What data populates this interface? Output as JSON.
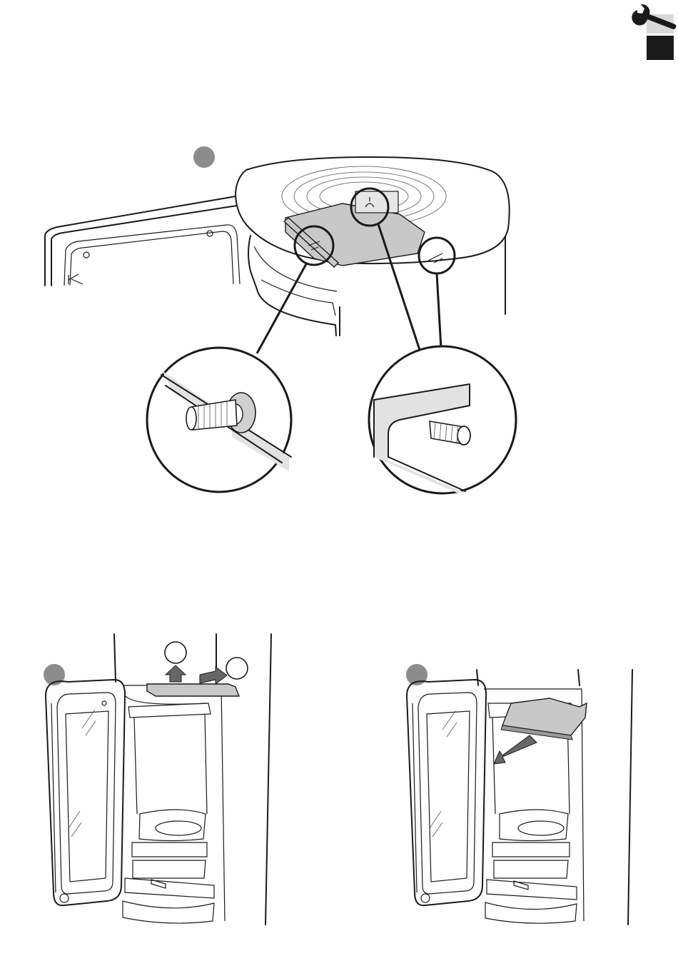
{
  "page": {
    "title": "",
    "section_icon": "wrench-icon",
    "section_tab_color": "#1a1a1a",
    "section_tab_light_color": "#d9d9d9"
  },
  "figures": [
    {
      "id": "top-view",
      "step_marker": "",
      "marker_color": "#8c8c8c",
      "callouts": 3
    },
    {
      "id": "remove-plate",
      "step_marker": "",
      "marker_color": "#8c8c8c",
      "arrow_labels": [
        "",
        ""
      ]
    },
    {
      "id": "pull-out-plate",
      "step_marker": "",
      "marker_color": "#8c8c8c"
    }
  ],
  "colors": {
    "line": "#1a1a1a",
    "part_fill": "#c8c8c8",
    "arrow_fill": "#666666"
  }
}
